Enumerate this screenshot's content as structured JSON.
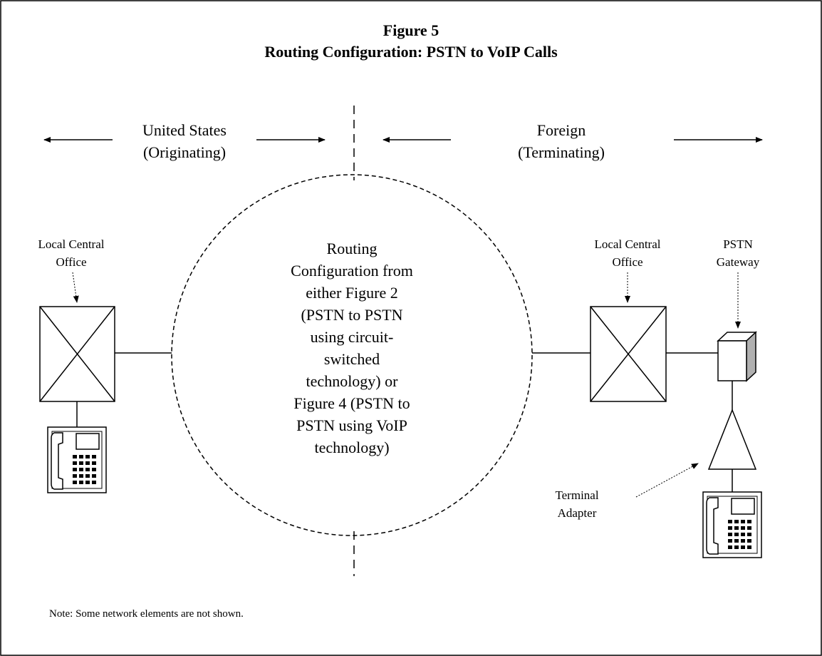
{
  "title": {
    "line1": "Figure 5",
    "line2": "Routing Configuration: PSTN to VoIP Calls"
  },
  "regions": {
    "us": {
      "line1": "United States",
      "line2": "(Originating)"
    },
    "foreign": {
      "line1": "Foreign",
      "line2": "(Terminating)"
    }
  },
  "center_text": [
    "Routing",
    "Configuration from",
    "either Figure 2",
    "(PSTN to PSTN",
    "using circuit-",
    "switched",
    "technology) or",
    "Figure 4 (PSTN to",
    "PSTN using VoIP",
    "technology)"
  ],
  "labels": {
    "us_office": [
      "Local Central",
      "Office"
    ],
    "foreign_office": [
      "Local Central",
      "Office"
    ],
    "gateway": [
      "PSTN",
      "Gateway"
    ],
    "adapter": [
      "Terminal",
      "Adapter"
    ]
  },
  "note": "Note: Some network elements are not shown.",
  "icons": {
    "us_switch": "switch-icon",
    "us_phone": "telephone-icon",
    "foreign_switch": "switch-icon",
    "gateway": "gateway-icon",
    "adapter": "terminal-adapter-icon",
    "foreign_phone": "telephone-icon"
  },
  "colors": {
    "line": "#000000",
    "background": "#ffffff",
    "gateway_shade": "#b0b0b0"
  }
}
